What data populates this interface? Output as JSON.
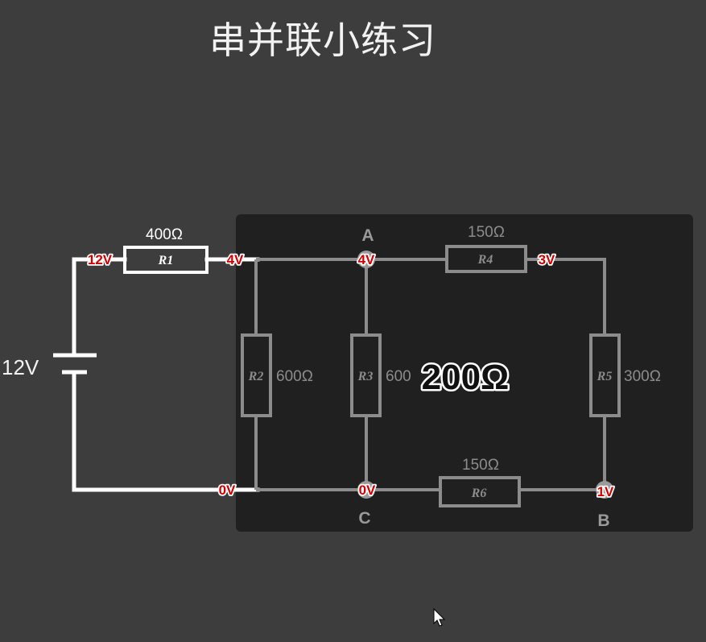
{
  "title": "串并联小练习",
  "source_label": "12V",
  "equivalent_resistance": "200Ω",
  "nodes": {
    "a": "A",
    "b": "B",
    "c": "C"
  },
  "resistors": {
    "r1": {
      "name": "R1",
      "value": "400Ω"
    },
    "r2": {
      "name": "R2",
      "value": "600Ω"
    },
    "r3": {
      "name": "R3",
      "value": "600"
    },
    "r4": {
      "name": "R4",
      "value": "150Ω"
    },
    "r5": {
      "name": "R5",
      "value": "300Ω"
    },
    "r6": {
      "name": "R6",
      "value": "150Ω"
    }
  },
  "voltages": {
    "source_top": "12V",
    "r1_right": "4V",
    "node_a": "4V",
    "r4_right": "3V",
    "bottom_left": "0V",
    "node_c": "0V",
    "node_b": "1V"
  },
  "colors": {
    "background": "#3d3d3d",
    "panel": "#202020",
    "wire_outer": "#ffffff",
    "wire_inner": "#8c8c8c",
    "voltage_text": "#d40000"
  }
}
